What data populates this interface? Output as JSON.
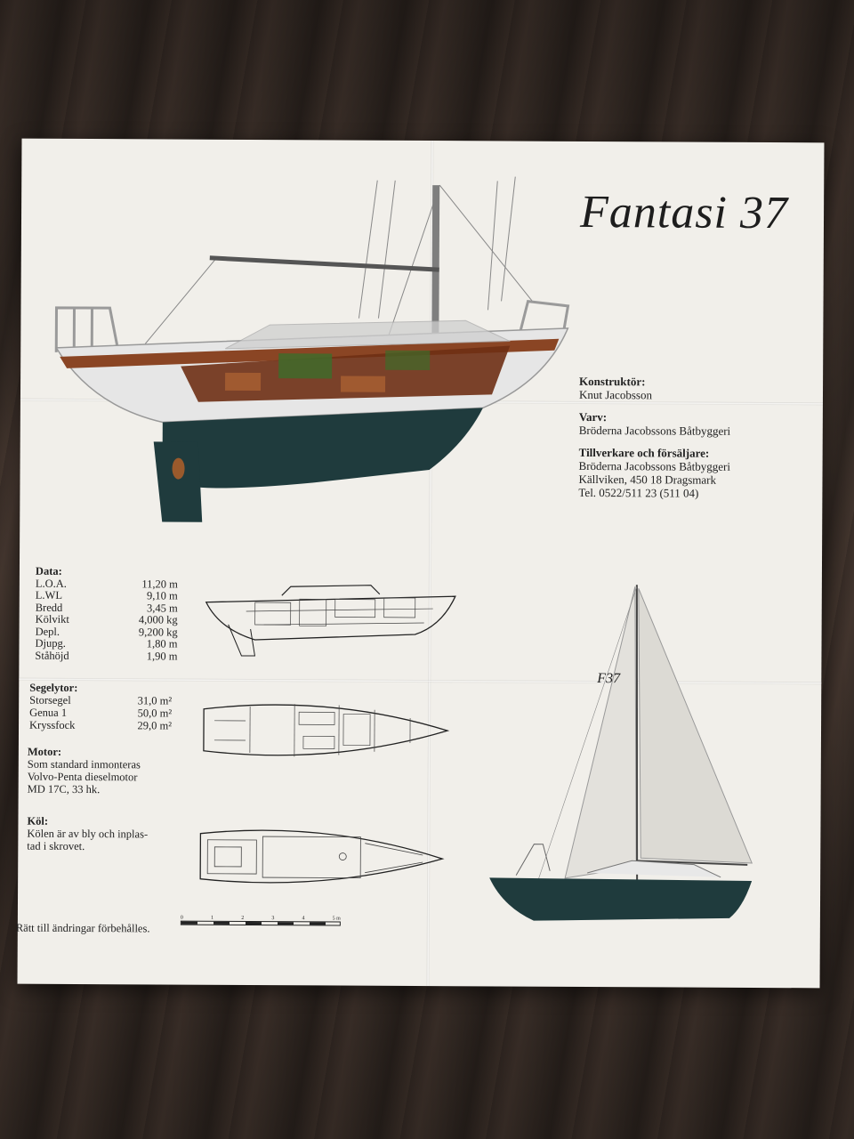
{
  "title": "Fantasi 37",
  "info": {
    "designer_label": "Konstruktör:",
    "designer": "Knut Jacobsson",
    "yard_label": "Varv:",
    "yard": "Bröderna Jacobssons Båtbyggeri",
    "maker_label": "Tillverkare och försäljare:",
    "maker_name": "Bröderna Jacobssons Båtbyggeri",
    "maker_address": "Källviken, 450 18 Dragsmark",
    "maker_phone": "Tel. 0522/511 23 (511 04)"
  },
  "data": {
    "heading": "Data:",
    "rows": [
      {
        "k": "L.O.A.",
        "v": "11,20 m"
      },
      {
        "k": "L.WL",
        "v": "9,10 m"
      },
      {
        "k": "Bredd",
        "v": "3,45 m"
      },
      {
        "k": "Kölvikt",
        "v": "4,000 kg"
      },
      {
        "k": "Depl.",
        "v": "9,200 kg"
      },
      {
        "k": "Djupg.",
        "v": "1,80 m"
      },
      {
        "k": "Ståhöjd",
        "v": "1,90 m"
      }
    ]
  },
  "sails": {
    "heading": "Segelytor:",
    "rows": [
      {
        "k": "Storsegel",
        "v": "31,0 m²"
      },
      {
        "k": "Genua 1",
        "v": "50,0 m²"
      },
      {
        "k": "Kryssfock",
        "v": "29,0 m²"
      }
    ]
  },
  "motor": {
    "heading": "Motor:",
    "line1": "Som standard inmonteras",
    "line2": "Volvo-Penta dieselmotor",
    "line3": "MD 17C, 33 hk."
  },
  "keel": {
    "heading": "Köl:",
    "line1": "Kölen är av bly och inplas-",
    "line2": "tad i skrovet."
  },
  "notice": "Rätt till ändringar förbehålles.",
  "sail_logo": "F37",
  "scale_labels": [
    "0",
    "1",
    "2",
    "3",
    "4",
    "5 m"
  ],
  "colors": {
    "paper": "#f1efea",
    "hull_dark": "#1f3b3d",
    "wood": "#7a3b1c",
    "sail": "#e3e1dc"
  }
}
